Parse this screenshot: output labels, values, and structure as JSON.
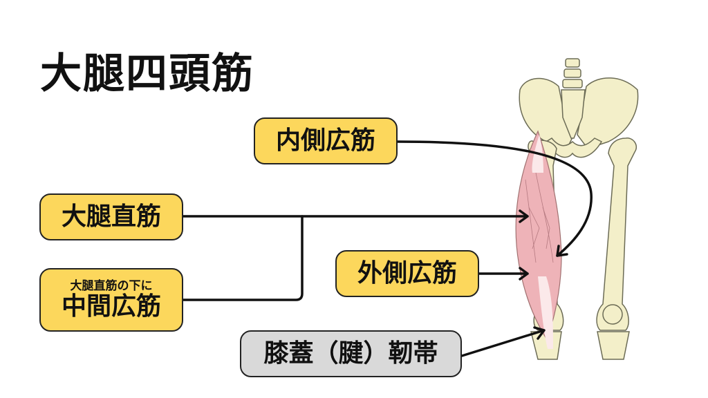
{
  "title": "大腿四頭筋",
  "labels": {
    "vastus_medialis": "内側広筋",
    "rectus_femoris": "大腿直筋",
    "vastus_intermedius_note": "大腿直筋の下に",
    "vastus_intermedius": "中間広筋",
    "vastus_lateralis": "外側広筋",
    "patellar_ligament": "膝蓋（腱）靭帯"
  },
  "colors": {
    "label_fill": "#fcd75c",
    "ligament_fill": "#d9d9d9",
    "muscle": "#eeb3b8",
    "bone": "#f3efc9"
  }
}
